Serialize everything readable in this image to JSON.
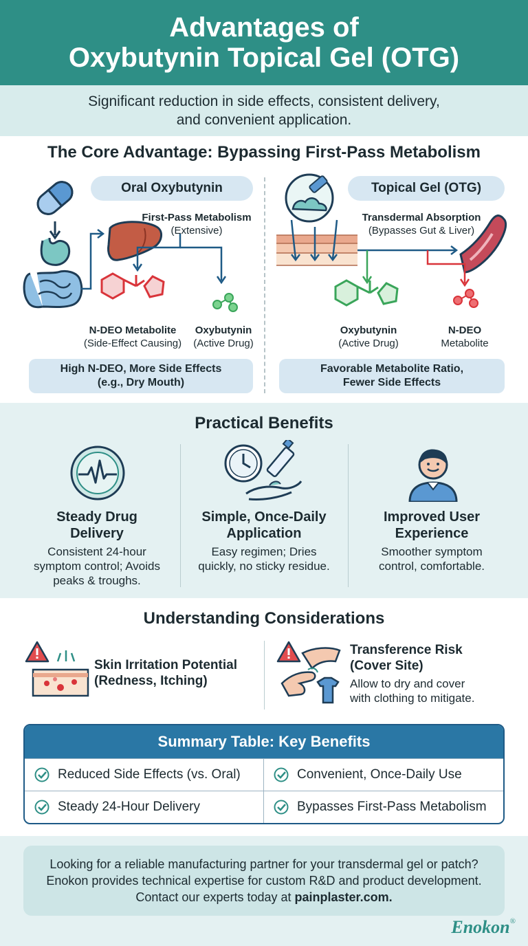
{
  "header": {
    "title_line1": "Advantages of",
    "title_line2": "Oxybutynin Topical Gel (OTG)",
    "subtitle_line1": "Significant reduction in side effects, consistent delivery,",
    "subtitle_line2": "and convenient application."
  },
  "core": {
    "title": "The Core Advantage: Bypassing First-Pass Metabolism",
    "oral": {
      "pill": "Oral Oxybutynin",
      "step_title": "First-Pass Metabolism",
      "step_sub": "(Extensive)",
      "metabolite_title": "N-DEO Metabolite",
      "metabolite_sub": "(Side-Effect Causing)",
      "drug_title": "Oxybutynin",
      "drug_sub": "(Active Drug)",
      "result_line1": "High N-DEO, More Side Effects",
      "result_line2": "(e.g., Dry Mouth)"
    },
    "topical": {
      "pill": "Topical Gel (OTG)",
      "step_title": "Transdermal Absorption",
      "step_sub": "(Bypasses Gut & Liver)",
      "drug_title": "Oxybutynin",
      "drug_sub": "(Active Drug)",
      "metabolite_title": "N-DEO",
      "metabolite_sub": "Metabolite",
      "result_line1": "Favorable Metabolite Ratio,",
      "result_line2": "Fewer Side Effects"
    }
  },
  "practical": {
    "title": "Practical Benefits",
    "items": [
      {
        "title_line1": "Steady Drug",
        "title_line2": "Delivery",
        "desc_line1": "Consistent 24-hour",
        "desc_line2": "symptom control; Avoids",
        "desc_line3": "peaks & troughs."
      },
      {
        "title_line1": "Simple, Once-Daily",
        "title_line2": "Application",
        "desc_line1": "Easy regimen; Dries",
        "desc_line2": "quickly, no sticky residue.",
        "desc_line3": ""
      },
      {
        "title_line1": "Improved User",
        "title_line2": "Experience",
        "desc_line1": "Smoother symptom",
        "desc_line2": "control, comfortable.",
        "desc_line3": ""
      }
    ]
  },
  "considerations": {
    "title": "Understanding Considerations",
    "left_title_line1": "Skin Irritation Potential",
    "left_title_line2": "(Redness, Itching)",
    "right_title_line1": "Transference Risk",
    "right_title_line2": "(Cover Site)",
    "right_desc_line1": "Allow to dry and cover",
    "right_desc_line2": "with clothing to mitigate."
  },
  "summary": {
    "title": "Summary Table: Key Benefits",
    "cells": [
      "Reduced Side Effects (vs. Oral)",
      "Convenient, Once-Daily Use",
      "Steady 24-Hour Delivery",
      "Bypasses First-Pass Metabolism"
    ]
  },
  "cta": {
    "text": "Looking for a reliable manufacturing partner for your transdermal gel or patch? Enokon provides technical expertise for custom R&D and product development. Contact our experts today at ",
    "link": "painplaster.com."
  },
  "brand": {
    "name": "Enokon",
    "mark": "®"
  },
  "colors": {
    "teal": "#2e8f86",
    "navy": "#2a77a5",
    "red": "#d9343a",
    "green": "#3aa55a",
    "pill": "#d7e7f2"
  }
}
